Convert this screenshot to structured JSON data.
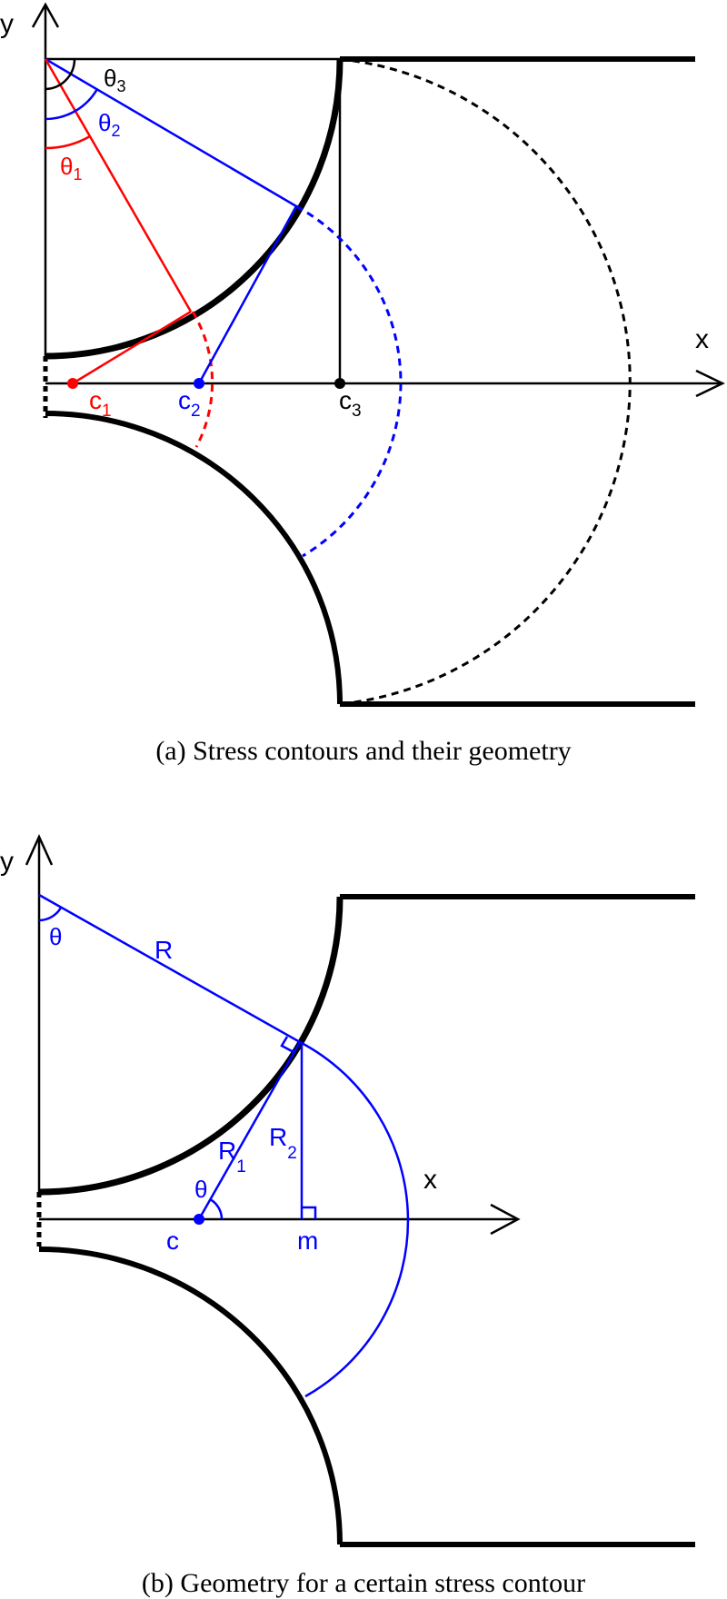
{
  "colors": {
    "black": "#000000",
    "red": "#ff0000",
    "blue": "#0000ff"
  },
  "panel_a": {
    "caption": "(a) Stress contours and their geometry",
    "axis_x_label": "x",
    "axis_y_label": "y",
    "angles": {
      "theta1": "θ",
      "theta1_sub": "1",
      "theta2": "θ",
      "theta2_sub": "2",
      "theta3": "θ",
      "theta3_sub": "3"
    },
    "centers": {
      "c1": "c",
      "c1_sub": "1",
      "c2": "c",
      "c2_sub": "2",
      "c3": "c",
      "c3_sub": "3"
    }
  },
  "panel_b": {
    "caption": "(b) Geometry for a certain stress contour",
    "axis_x_label": "x",
    "axis_y_label": "y",
    "theta_top": "θ",
    "theta_c": "θ",
    "R": "R",
    "R1": "R",
    "R1_sub": "1",
    "R2": "R",
    "R2_sub": "2",
    "c": "c",
    "m": "m"
  }
}
